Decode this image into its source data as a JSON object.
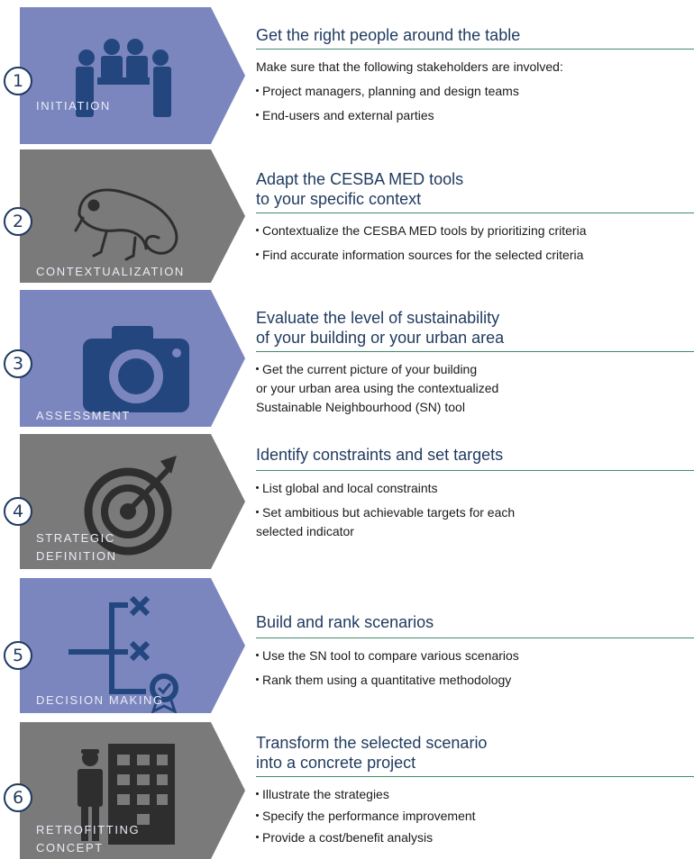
{
  "steps": [
    {
      "number": "1",
      "phase": [
        "INITIATION"
      ],
      "title": [
        "Get the right people around the table"
      ],
      "bullets": [
        {
          "text": "Make sure that the following stakeholders are involved:",
          "dot": false
        },
        {
          "text": "Project managers, planning and design teams",
          "dot": true
        },
        {
          "text": "End-users and external parties",
          "dot": true
        }
      ],
      "icon": "people-around-table-icon"
    },
    {
      "number": "2",
      "phase": [
        "CONTEXTUALIZATION"
      ],
      "title": [
        "Adapt the CESBA MED tools",
        "to your specific context"
      ],
      "bullets": [
        {
          "text": "Contextualize the CESBA MED tools by prioritizing criteria",
          "dot": true
        },
        {
          "text": "Find accurate information sources for the selected criteria",
          "dot": true
        }
      ],
      "icon": "chameleon-icon"
    },
    {
      "number": "3",
      "phase": [
        "ASSESSMENT"
      ],
      "title": [
        "Evaluate the level of sustainability",
        "of your building or your urban area"
      ],
      "bullets": [
        {
          "text": "Get the current picture of your building\nor your urban area using the contextualized\nSustainable Neighbourhood (SN) tool",
          "dot": true
        }
      ],
      "icon": "camera-icon"
    },
    {
      "number": "4",
      "phase": [
        "STRATEGIC",
        "DEFINITION"
      ],
      "title": [
        "Identify constraints and set targets"
      ],
      "bullets": [
        {
          "text": "List global and local constraints",
          "dot": true
        },
        {
          "text": "Set ambitious but achievable targets for each\nselected indicator",
          "dot": true
        }
      ],
      "icon": "target-icon"
    },
    {
      "number": "5",
      "phase": [
        "DECISION MAKING"
      ],
      "title": [
        "Build and rank scenarios"
      ],
      "bullets": [
        {
          "text": "Use the SN tool to compare various scenarios",
          "dot": true
        },
        {
          "text": "Rank them using a quantitative methodology",
          "dot": true
        }
      ],
      "icon": "decision-tree-icon"
    },
    {
      "number": "6",
      "phase": [
        "RETROFITTING",
        "CONCEPT"
      ],
      "title": [
        "Transform the selected scenario",
        "into a concrete project"
      ],
      "bullets": [
        {
          "text": "Illustrate the strategies",
          "dot": true
        },
        {
          "text": "Specify the performance improvement",
          "dot": true
        },
        {
          "text": "Provide a cost/benefit analysis",
          "dot": true
        }
      ],
      "icon": "worker-and-building-icon"
    }
  ],
  "colors": {
    "blue_chevron": "#7b86bf",
    "gray_chevron": "#7a7a7a",
    "icon_dark": "#24467e",
    "icon_dark_gray": "#2e2e2e",
    "title": "#1f3a5f",
    "rule": "#3f8b6b"
  }
}
